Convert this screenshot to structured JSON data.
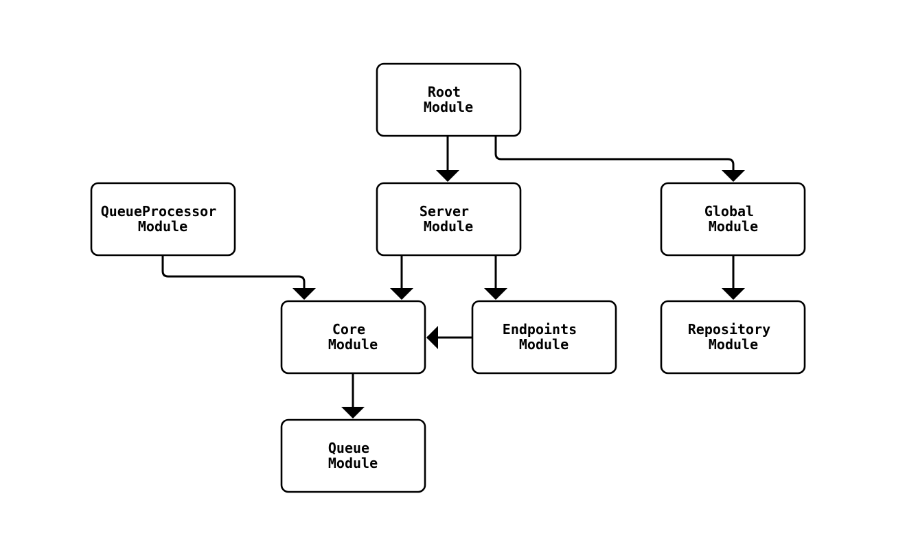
{
  "canvas": {
    "background_color": "#ffffff"
  },
  "diagram": {
    "type": "module-dependency-graph",
    "stroke_color": "#000000",
    "node_fill_color": "#ffffff",
    "text_color": "#000000",
    "nodes": {
      "root": {
        "line1": "Root",
        "line2": "Module"
      },
      "queue_processor": {
        "line1": "QueueProcessor",
        "line2": "Module"
      },
      "server": {
        "line1": "Server",
        "line2": "Module"
      },
      "global": {
        "line1": "Global",
        "line2": "Module"
      },
      "core": {
        "line1": "Core",
        "line2": "Module"
      },
      "endpoints": {
        "line1": "Endpoints",
        "line2": "Module"
      },
      "repository": {
        "line1": "Repository",
        "line2": "Module"
      },
      "queue": {
        "line1": "Queue",
        "line2": "Module"
      }
    },
    "edges": [
      {
        "from": "Root Module",
        "to": "Server Module"
      },
      {
        "from": "Root Module",
        "to": "Global Module"
      },
      {
        "from": "QueueProcessor Module",
        "to": "Core Module"
      },
      {
        "from": "Server Module",
        "to": "Core Module"
      },
      {
        "from": "Server Module",
        "to": "Endpoints Module"
      },
      {
        "from": "Endpoints Module",
        "to": "Core Module"
      },
      {
        "from": "Global Module",
        "to": "Repository Module"
      },
      {
        "from": "Core Module",
        "to": "Queue Module"
      }
    ]
  }
}
